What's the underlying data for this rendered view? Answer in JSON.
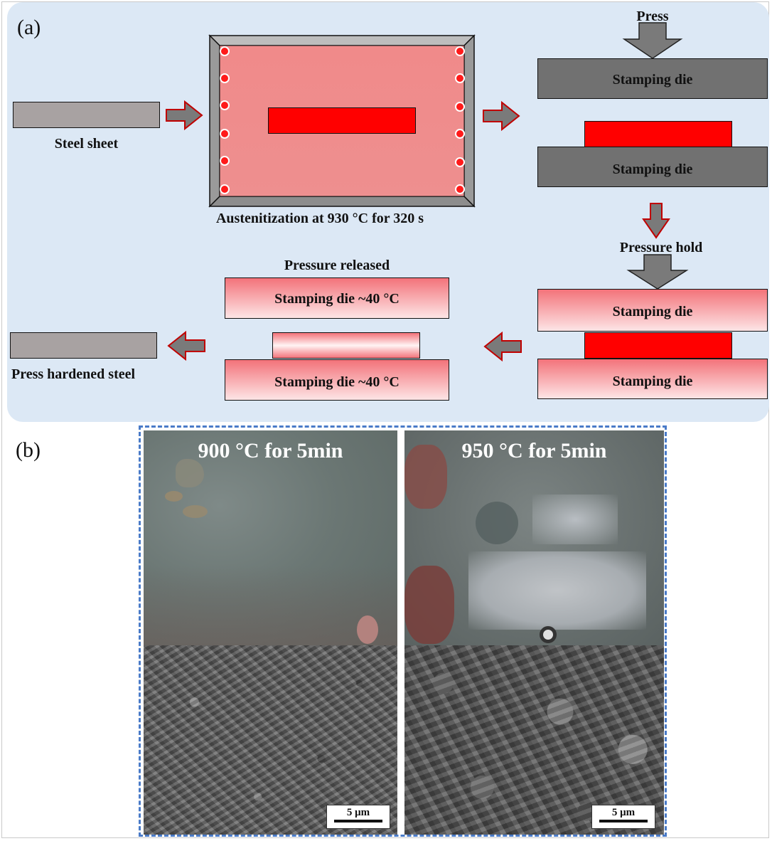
{
  "panel_a": {
    "label": "(a)",
    "steel_sheet": "Steel sheet",
    "austenitization": "Austenitization at 930 °C for 320 s",
    "press": "Press",
    "pressure_hold": "Pressure hold",
    "pressure_released": "Pressure released",
    "press_hardened_steel": "Press hardened steel",
    "stamping_die": "Stamping die",
    "stamping_die_40_top": "Stamping die  ~40 °C",
    "stamping_die_40_bottom": "Stamping die ~40 °C",
    "colors": {
      "hot": "#ff0000",
      "furnace": "#f08a8a",
      "die": "#717171",
      "arrow": "#7a7a7a",
      "arrow_outline": "#c00000"
    }
  },
  "panel_b": {
    "label": "(b)",
    "left_title": "900 °C for 5min",
    "right_title": "950 °C for 5min",
    "scale_left": "5 μm",
    "scale_right": "5 μm"
  }
}
